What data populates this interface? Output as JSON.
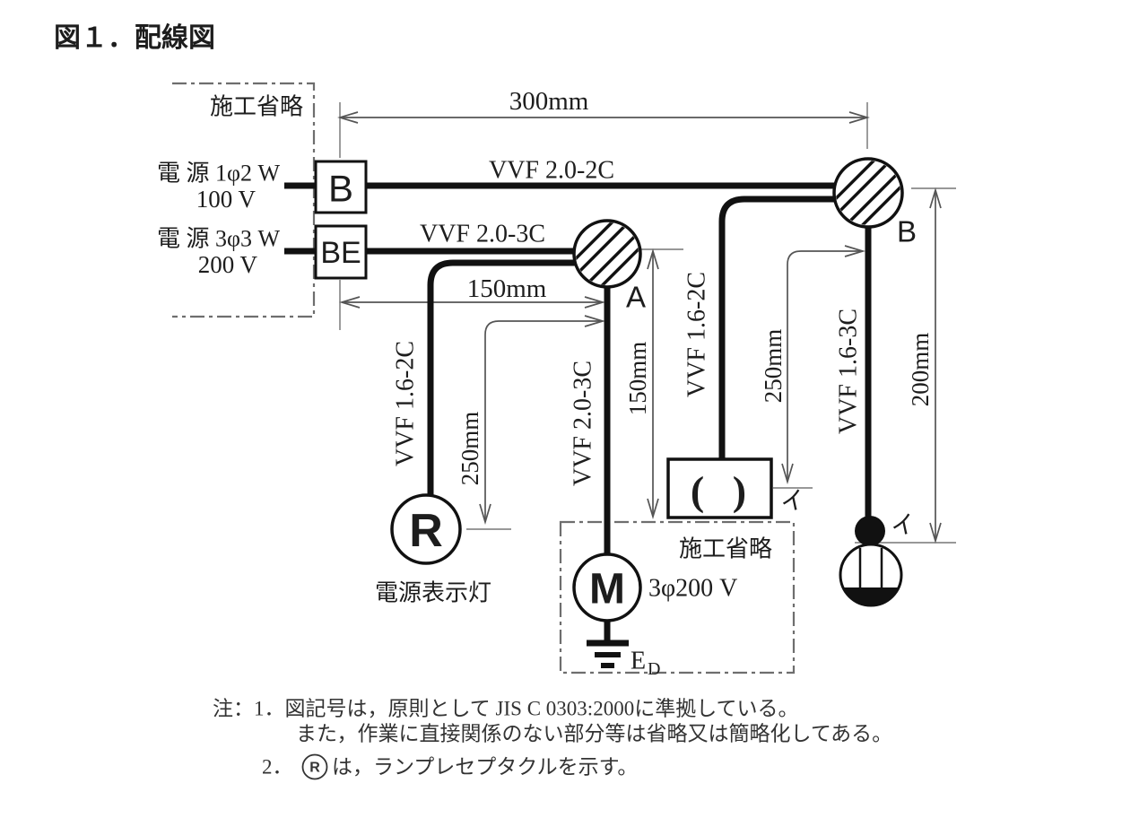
{
  "title": "図１．配線図",
  "upper_omission": {
    "label": "施工省略"
  },
  "power": {
    "source1": {
      "name": "電 源 1φ2 W",
      "voltage": "100 V",
      "breaker": "B"
    },
    "source2": {
      "name": "電 源 3φ3 W",
      "voltage": "200 V",
      "breaker": "BE"
    }
  },
  "junctions": {
    "a": "A",
    "b": "B"
  },
  "cables": {
    "b_to_jb": "VVF 2.0-2C",
    "be_to_ja": "VVF 2.0-3C",
    "ja_to_receptacle": "VVF 1.6-2C",
    "ja_to_motor": "VVF 2.0-3C",
    "jb_to_switch": "VVF 1.6-2C",
    "jb_to_lamp": "VVF 1.6-3C"
  },
  "dims": {
    "top": "300mm",
    "left": "150mm",
    "receptacle_drop": "250mm",
    "motor_drop": "150mm",
    "switch_drop": "250mm",
    "lamp_drop": "200mm"
  },
  "receptacle": {
    "symbol": "R",
    "caption": "電源表示灯"
  },
  "motor": {
    "symbol": "M",
    "rating": "3φ200 V",
    "ground": "E",
    "ground_sub": "D"
  },
  "switch_box": {
    "symbol": "( )",
    "mark": "イ"
  },
  "lamp": {
    "mark": "イ"
  },
  "lower_omission": {
    "label": "施工省略"
  },
  "notes": {
    "line1": "注：1．図記号は，原則として JIS C 0303:2000に準拠している。",
    "line2": "また，作業に直接関係のない部分等は省略又は簡略化してある。",
    "line3_prefix": "2．",
    "line3_symbol": "R",
    "line3_text": "は，ランプレセプタクルを示す。"
  },
  "colors": {
    "line": "#111111",
    "dimension": "#555555",
    "dashdot": "#6e6e6e",
    "background": "#ffffff"
  }
}
